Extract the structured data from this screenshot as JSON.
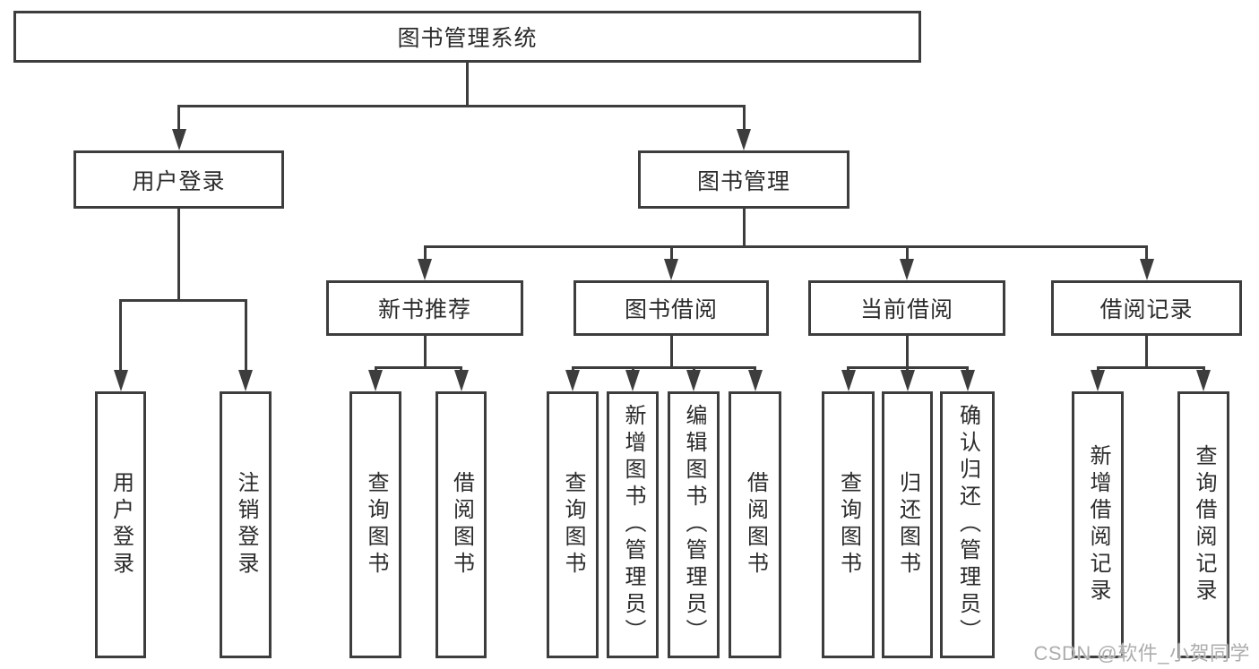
{
  "diagram": {
    "watermark": "CSDN @软件_小贺同学",
    "colors": {
      "line": "#3d3d3d",
      "text": "#2b2b2b",
      "background": "#ffffff",
      "watermark": "#adadad"
    },
    "tree": {
      "id": "library-management-system",
      "label": "图书管理系统",
      "children": [
        {
          "id": "user-login",
          "label": "用户登录",
          "children": [
            {
              "id": "user-login-leaf",
              "label": "用户登录"
            },
            {
              "id": "logout-leaf",
              "label": "注销登录"
            }
          ]
        },
        {
          "id": "book-management",
          "label": "图书管理",
          "children": [
            {
              "id": "new-book-recommend",
              "label": "新书推荐",
              "children": [
                {
                  "id": "query-books-a",
                  "label": "查询图书"
                },
                {
                  "id": "borrow-books-a",
                  "label": "借阅图书"
                }
              ]
            },
            {
              "id": "book-borrowing",
              "label": "图书借阅",
              "children": [
                {
                  "id": "query-books-b",
                  "label": "查询图书"
                },
                {
                  "id": "add-books-admin",
                  "label": "新增图书（管理员）"
                },
                {
                  "id": "edit-books-admin",
                  "label": "编辑图书（管理员）"
                },
                {
                  "id": "borrow-books-b",
                  "label": "借阅图书"
                }
              ]
            },
            {
              "id": "current-borrowing",
              "label": "当前借阅",
              "children": [
                {
                  "id": "query-books-c",
                  "label": "查询图书"
                },
                {
                  "id": "return-books",
                  "label": "归还图书"
                },
                {
                  "id": "confirm-return-admin",
                  "label": "确认归还（管理员）"
                }
              ]
            },
            {
              "id": "borrowing-records",
              "label": "借阅记录",
              "children": [
                {
                  "id": "add-borrow-record",
                  "label": "新增借阅记录"
                },
                {
                  "id": "query-borrow-record",
                  "label": "查询借阅记录"
                }
              ]
            }
          ]
        }
      ]
    }
  }
}
